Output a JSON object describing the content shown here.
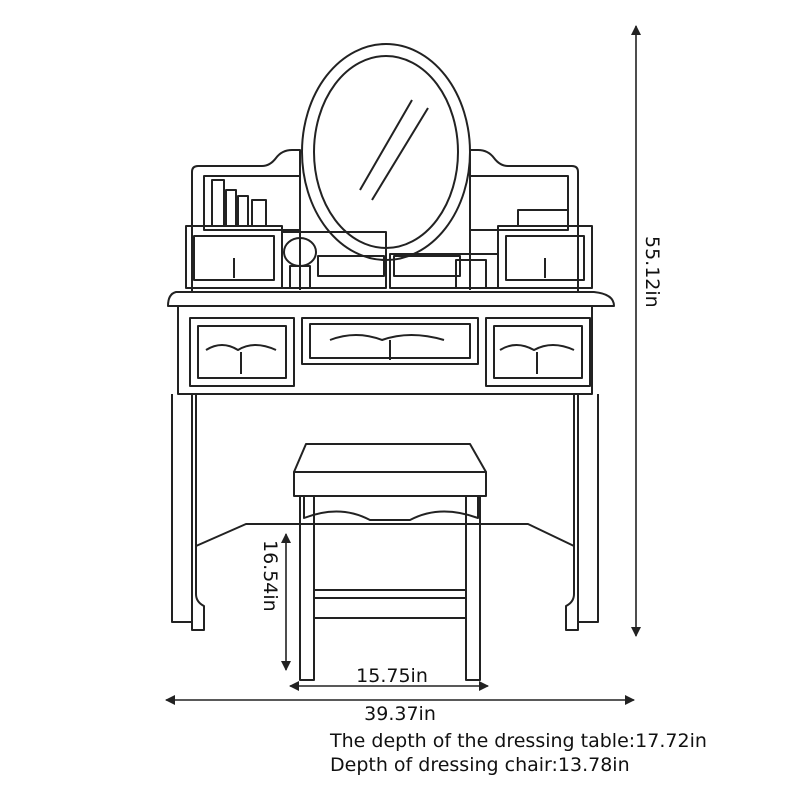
{
  "dimensions": {
    "total_height": "55.12in",
    "table_width": "39.37in",
    "chair_height": "16.54in",
    "chair_width": "15.75in"
  },
  "notes": {
    "table_depth": "The depth of the dressing table:17.72in",
    "chair_depth": "Depth of dressing chair:13.78in"
  },
  "colors": {
    "line": "#222222",
    "background": "#ffffff"
  }
}
